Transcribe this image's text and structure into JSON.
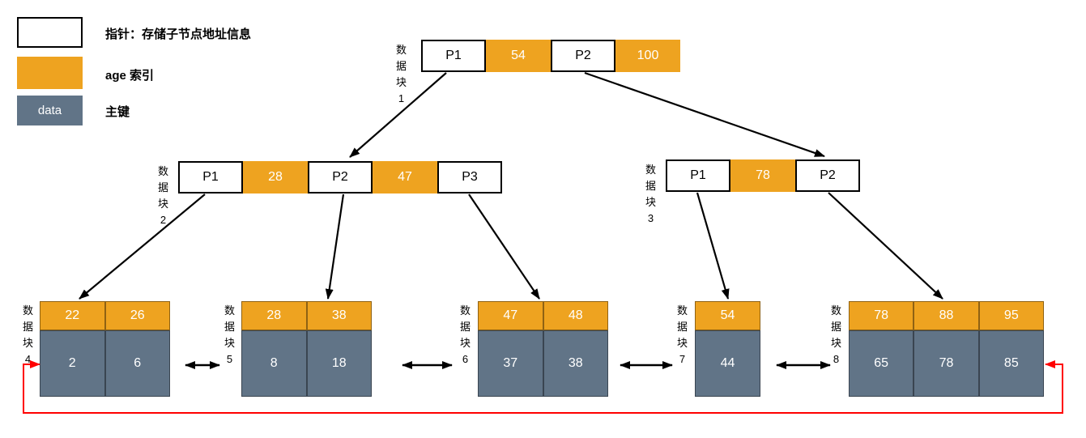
{
  "legend": {
    "pointer": {
      "label": "指针：存储子节点地址信息"
    },
    "age_index": {
      "label": "age 索引"
    },
    "primary_key": {
      "label": "主键",
      "swatch_text": "data"
    }
  },
  "colors": {
    "age_index": "#EEA320",
    "primary_key": "#617487",
    "pointer_fill": "#FFFFFF",
    "arrow": "#000000",
    "circular_link": "#FF0000"
  },
  "internal_nodes": [
    {
      "id": "block-1",
      "label": "数据块1",
      "cells": [
        {
          "text": "P1",
          "type": "pointer"
        },
        {
          "text": "54",
          "type": "index"
        },
        {
          "text": "P2",
          "type": "pointer"
        },
        {
          "text": "100",
          "type": "index"
        }
      ]
    },
    {
      "id": "block-2",
      "label": "数据块2",
      "cells": [
        {
          "text": "P1",
          "type": "pointer"
        },
        {
          "text": "28",
          "type": "index"
        },
        {
          "text": "P2",
          "type": "pointer"
        },
        {
          "text": "47",
          "type": "index"
        },
        {
          "text": "P3",
          "type": "pointer"
        }
      ]
    },
    {
      "id": "block-3",
      "label": "数据块3",
      "cells": [
        {
          "text": "P1",
          "type": "pointer"
        },
        {
          "text": "78",
          "type": "index"
        },
        {
          "text": "P2",
          "type": "pointer"
        }
      ]
    }
  ],
  "leaf_nodes": [
    {
      "id": "block-4",
      "label": "数据块4",
      "index_row": [
        "22",
        "26"
      ],
      "data_row": [
        "2",
        "6"
      ]
    },
    {
      "id": "block-5",
      "label": "数据块5",
      "index_row": [
        "28",
        "38"
      ],
      "data_row": [
        "8",
        "18"
      ]
    },
    {
      "id": "block-6",
      "label": "数据块6",
      "index_row": [
        "47",
        "48"
      ],
      "data_row": [
        "37",
        "38"
      ]
    },
    {
      "id": "block-7",
      "label": "数据块7",
      "index_row": [
        "54"
      ],
      "data_row": [
        "44"
      ]
    },
    {
      "id": "block-8",
      "label": "数据块8",
      "index_row": [
        "78",
        "88",
        "95"
      ],
      "data_row": [
        "65",
        "78",
        "85"
      ]
    }
  ]
}
